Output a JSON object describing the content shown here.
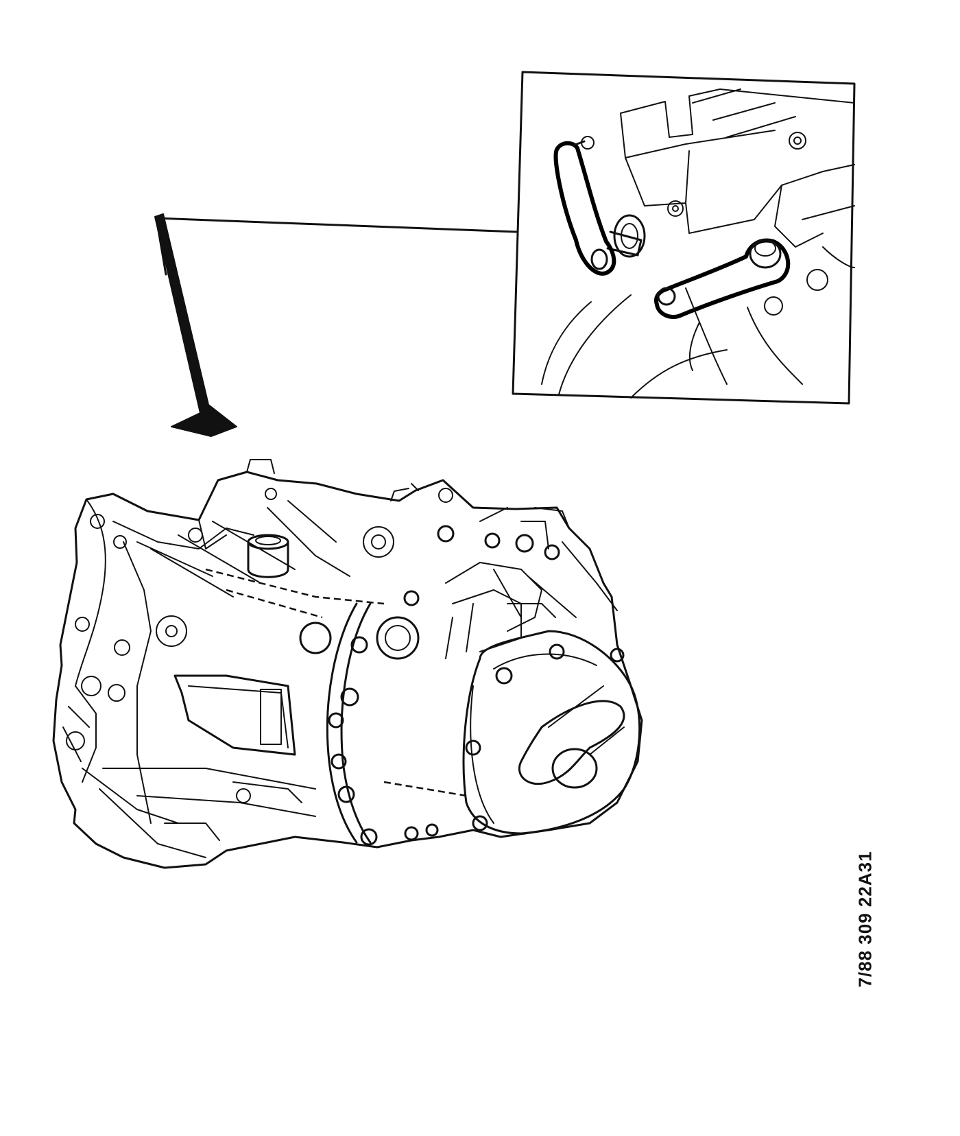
{
  "figure": {
    "reference_code": "7/88 309 22A31",
    "main_view": "gearbox-assembly",
    "detail_view": "selector-levers-detail"
  },
  "colors": {
    "ink": "#111111",
    "background": "#ffffff"
  }
}
